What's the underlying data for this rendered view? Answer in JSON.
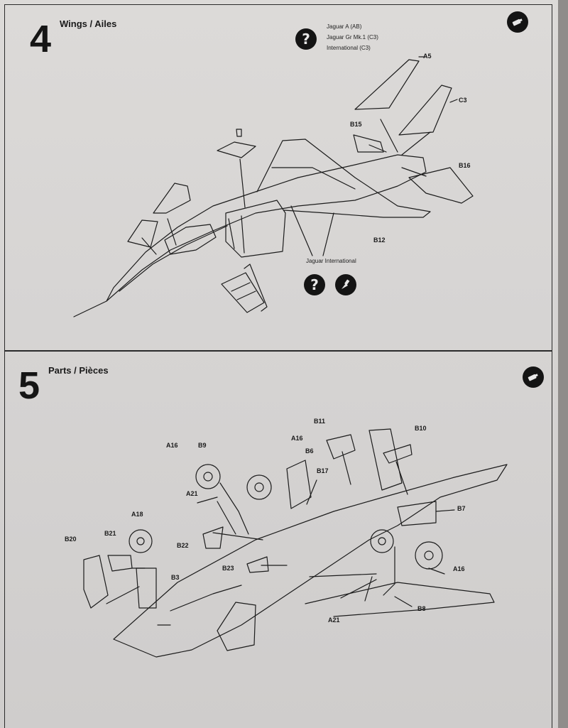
{
  "step4": {
    "number": "4",
    "title": "Wings / Ailes",
    "version_notes": [
      "Jaguar A (AB)",
      "Jaguar Gr Mk.1 (C3)",
      "International (C3)"
    ],
    "note_international": "Jaguar International",
    "part_labels": [
      "A5",
      "C3",
      "B15",
      "B16",
      "B12"
    ],
    "icons": [
      "question-icon",
      "paint-brush-icon",
      "glue-tube-icon"
    ]
  },
  "step5": {
    "number": "5",
    "title": "Parts / Pièces",
    "part_labels": [
      "B11",
      "B10",
      "A16",
      "B9",
      "A16",
      "B6",
      "B17",
      "B7",
      "A21",
      "A18",
      "B21",
      "B20",
      "B22",
      "B3",
      "B23",
      "A16",
      "B8",
      "A21"
    ],
    "icons": [
      "glue-tube-icon"
    ]
  }
}
